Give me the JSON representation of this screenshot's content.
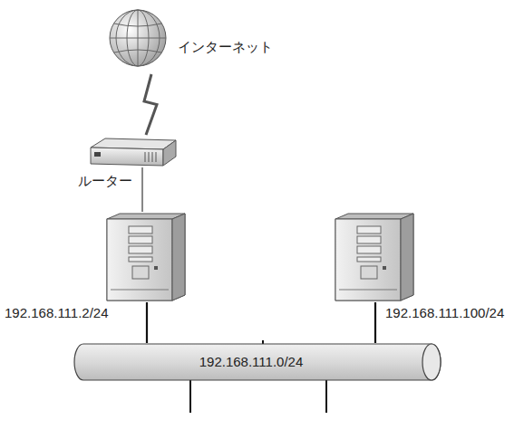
{
  "diagram": {
    "nodes": [
      {
        "text": [
          "インターネット"
        ]
      },
      {
        "text": [
          "ルーター"
        ]
      },
      {
        "text": [
          "192.168.111.2/24"
        ]
      },
      {
        "text": [
          "192.168.111.100/24"
        ]
      },
      {
        "text": [
          "192.168.111.0/24"
        ]
      }
    ],
    "edges": [
      {
        "from": 0,
        "to": 1,
        "arrow": "none"
      },
      {
        "from": 1,
        "to": 2,
        "arrow": "none"
      },
      {
        "from": 2,
        "to": 4,
        "arrow": "none"
      },
      {
        "from": 3,
        "to": 4,
        "arrow": "none"
      }
    ]
  }
}
